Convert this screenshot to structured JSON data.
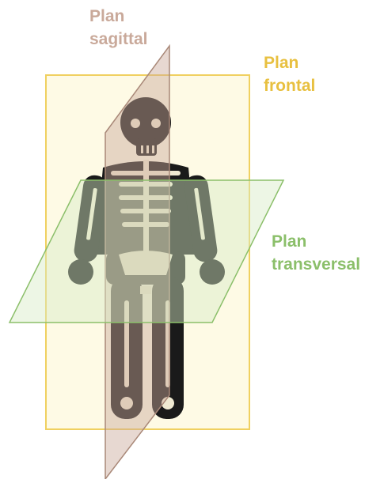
{
  "labels": {
    "sagittal": {
      "line1": "Plan",
      "line2": "sagittal"
    },
    "frontal": {
      "line1": "Plan",
      "line2": "frontal"
    },
    "transversal": {
      "line1": "Plan",
      "line2": "transversal"
    }
  },
  "colors": {
    "sagittal": "#c9a99a",
    "frontal": "#e8c040",
    "transversal": "#8bbf6a",
    "skeleton": "#1a1a1a",
    "bone_highlight": "#f0ead2"
  },
  "icons": {
    "figure": "skeleton-icon"
  }
}
